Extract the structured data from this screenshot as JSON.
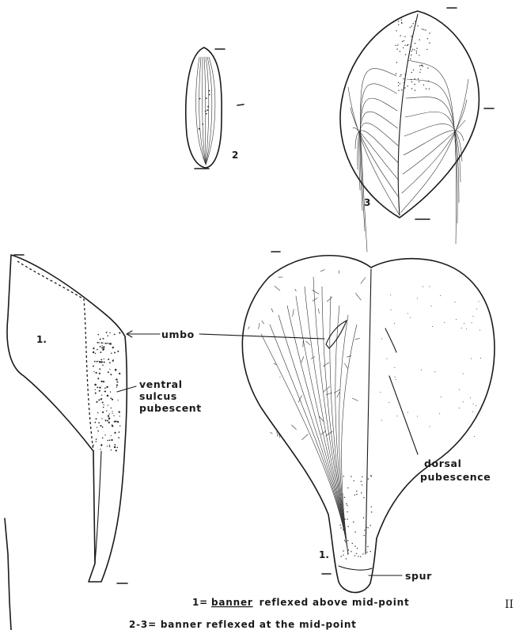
{
  "figure": {
    "fig1_side_label": "1.",
    "fig1_front_label": "1.",
    "fig2_label": "2",
    "fig3_label": "3",
    "umbo_label": "umbo",
    "ventral_label_1": "ventral",
    "ventral_label_2": "sulcus",
    "ventral_label_3": "pubescent",
    "dorsal_label_1": "dorsal",
    "dorsal_label_2": "pubescence",
    "spur_label": "spur",
    "caption_line1_prefix": "1=",
    "caption_line1_term": "banner",
    "caption_line1_rest": "reflexed above mid-point",
    "caption_line2": "2-3= banner reflexed at the mid-point",
    "plate_number": "II"
  }
}
